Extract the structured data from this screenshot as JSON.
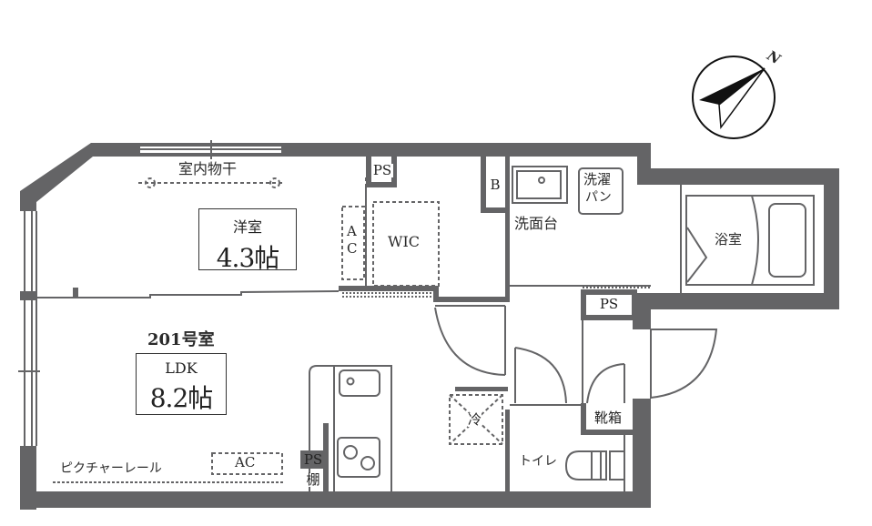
{
  "plan": {
    "unit_name": "201号室",
    "wall_color": "#646466",
    "line_color": "#646466"
  },
  "compass": {
    "north_label": "N"
  },
  "rooms": {
    "western": {
      "name": "洋室",
      "size": "4.3帖"
    },
    "ldk": {
      "name": "LDK",
      "size": "8.2帖"
    },
    "bathroom": {
      "name": "浴室"
    },
    "toilet": {
      "name": "トイレ"
    },
    "washroom": {
      "name": "洗面台"
    },
    "wic": {
      "name": "WIC"
    }
  },
  "labels": {
    "indoor_drying": "室内物干",
    "picture_rail": "ピクチャーレール",
    "ac_ldk": "AC",
    "ac_western_a": "A",
    "ac_western_c": "C",
    "ps_top": "PS",
    "ps_mid": "PS",
    "ps_kitchen": "PS",
    "shelf": "棚",
    "b": "B",
    "washer_pan_1": "洗濯",
    "washer_pan_2": "パン",
    "fridge": "冷",
    "shoe_box": "靴箱"
  }
}
